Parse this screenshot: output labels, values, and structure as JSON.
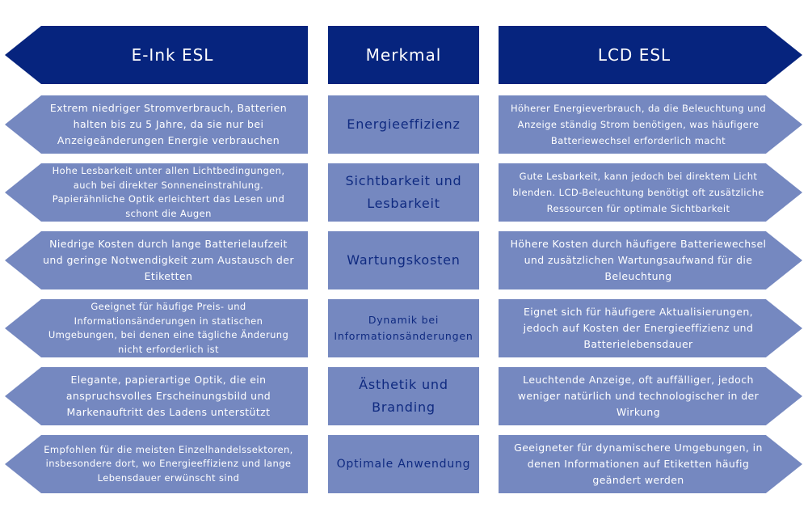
{
  "headers": {
    "left": "E-Ink ESL",
    "middle": "Merkmal",
    "right": "LCD ESL"
  },
  "colors": {
    "header": "#06247e",
    "box": "#7588c0",
    "feature_text": "#0f2a80"
  },
  "rows": [
    {
      "feature": "Energieeffizienz",
      "eink": "Extrem niedriger Stromverbrauch, Batterien halten bis zu 5 Jahre, da sie nur bei Anzeigeänderungen Energie verbrauchen",
      "lcd": "Höherer Energieverbrauch, da die Beleuchtung und Anzeige ständig Strom benötigen, was häufigere Batteriewechsel erforderlich macht"
    },
    {
      "feature": "Sichtbarkeit und Lesbarkeit",
      "eink": "Hohe Lesbarkeit unter allen Lichtbedingungen, auch bei direkter Sonneneinstrahlung. Papierähnliche Optik erleichtert das Lesen und schont die Augen",
      "lcd": "Gute Lesbarkeit, kann jedoch bei direktem Licht blenden. LCD-Beleuchtung benötigt oft zusätzliche Ressourcen für optimale Sichtbarkeit"
    },
    {
      "feature": "Wartungskosten",
      "eink": "Niedrige Kosten durch lange Batterielaufzeit und geringe Notwendigkeit zum Austausch der Etiketten",
      "lcd": "Höhere Kosten durch häufigere Batteriewechsel und zusätzlichen Wartungsaufwand für die Beleuchtung"
    },
    {
      "feature": "Dynamik bei Informationsänderungen",
      "eink": "Geeignet für häufige Preis- und Informationsänderungen in statischen Umgebungen, bei denen eine tägliche Änderung nicht erforderlich ist",
      "lcd": "Eignet sich für häufigere Aktualisierungen, jedoch auf Kosten der Energieeffizienz und Batterielebensdauer"
    },
    {
      "feature": "Ästhetik und Branding",
      "eink": "Elegante, papierartige Optik, die ein anspruchsvolles Erscheinungsbild und Markenauftritt des Ladens unterstützt",
      "lcd": "Leuchtende Anzeige, oft auffälliger, jedoch weniger natürlich und technologischer in der Wirkung"
    },
    {
      "feature": "Optimale Anwendung",
      "eink": "Empfohlen für die meisten Einzelhandelssektoren, insbesondere dort, wo Energieeffizienz und lange Lebensdauer erwünscht sind",
      "lcd": "Geeigneter für dynamischere Umgebungen, in denen Informationen auf Etiketten häufig geändert werden"
    }
  ]
}
